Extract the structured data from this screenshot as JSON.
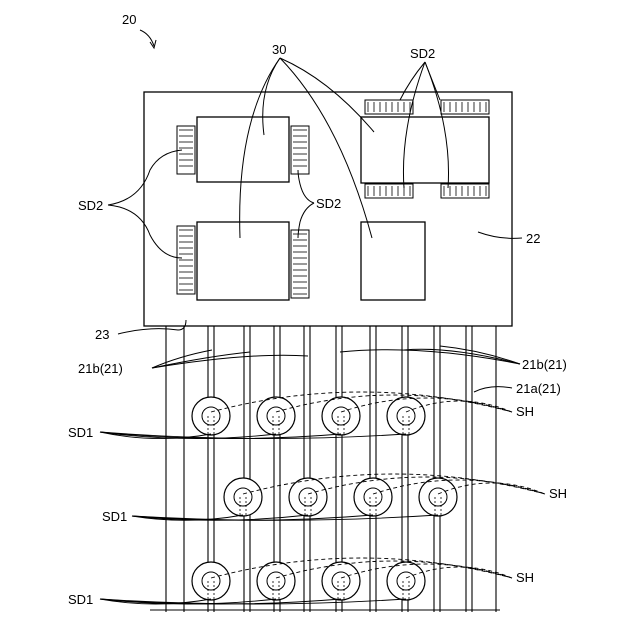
{
  "labels": {
    "device": "20",
    "chips": "30",
    "sd2_top_right": "SD2",
    "sd2_left": "SD2",
    "sd2_mid": "SD2",
    "board": "22",
    "connector": "23",
    "wire_b_left": "21b(21)",
    "wire_b_right": "21b(21)",
    "wire_a": "21a(21)",
    "sh_row1": "SH",
    "sh_row2": "SH",
    "sh_row3": "SH",
    "sd1_row1": "SD1",
    "sd1_row2": "SD1",
    "sd1_row3": "SD1"
  }
}
